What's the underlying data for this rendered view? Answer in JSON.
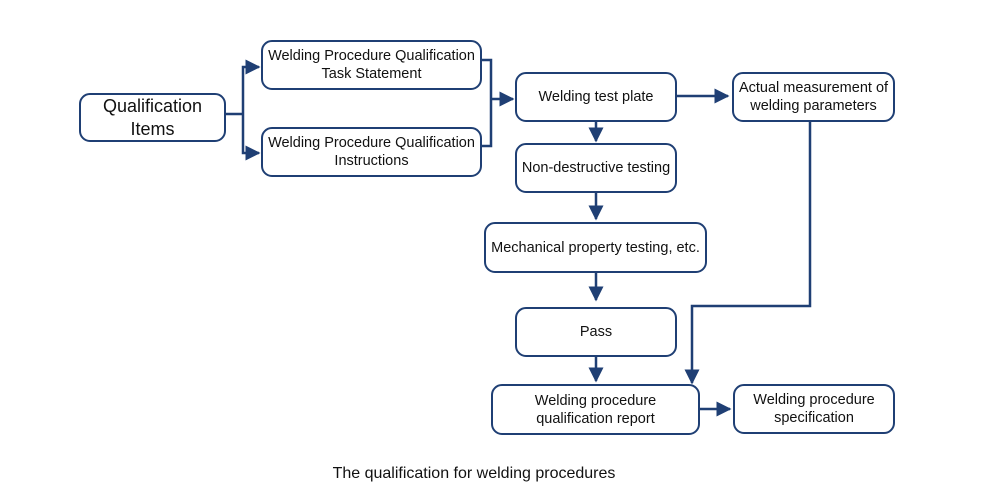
{
  "diagram": {
    "type": "flowchart",
    "line_color": "#1f3f74",
    "nodes": {
      "qualification_items": "Qualification\nItems",
      "task_statement": "Welding Procedure Qualification\nTask Statement",
      "instructions": "Welding Procedure Qualification\nInstructions",
      "test_plate": "Welding test plate",
      "actual_measurement": "Actual measurement of\nwelding parameters",
      "ndt": "Non-destructive testing",
      "mechanical_testing": "Mechanical property testing, etc.",
      "pass": "Pass",
      "report": "Welding procedure\nqualification report",
      "specification": "Welding procedure\nspecification"
    },
    "edges": [
      {
        "from": "qualification_items",
        "to": "task_statement"
      },
      {
        "from": "qualification_items",
        "to": "instructions"
      },
      {
        "from": "task_statement",
        "to": "test_plate"
      },
      {
        "from": "instructions",
        "to": "test_plate"
      },
      {
        "from": "test_plate",
        "to": "actual_measurement"
      },
      {
        "from": "test_plate",
        "to": "ndt"
      },
      {
        "from": "ndt",
        "to": "mechanical_testing"
      },
      {
        "from": "mechanical_testing",
        "to": "pass"
      },
      {
        "from": "pass",
        "to": "report"
      },
      {
        "from": "actual_measurement",
        "to": "report"
      },
      {
        "from": "report",
        "to": "specification"
      }
    ]
  },
  "caption": "The qualification for welding procedures"
}
